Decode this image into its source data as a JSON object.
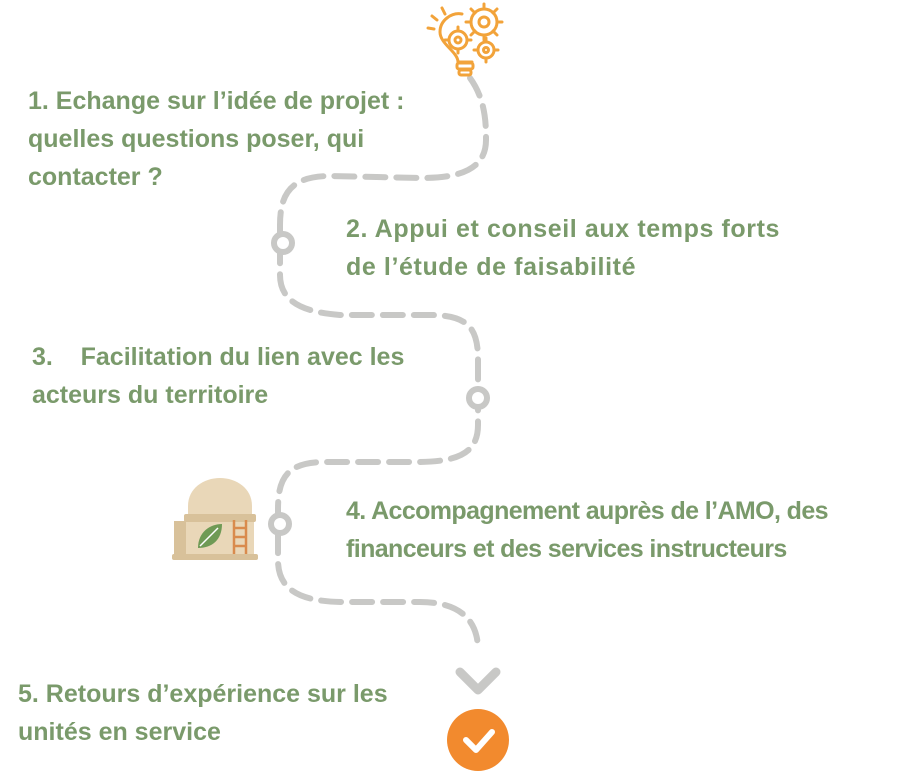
{
  "colors": {
    "path": "#c8c8c6",
    "text": "#7a9a6b",
    "accent": "#f28a2e",
    "icon_orange": "#f2a33a",
    "tank": "#e9d7b8",
    "tank_dark": "#d8c19a",
    "leaf": "#6f9a55",
    "ladder": "#d98b4d"
  },
  "icons": {
    "start": "lightbulb-gears-icon",
    "tank": "biogas-tank-icon",
    "end": "checkmark-badge-icon"
  },
  "steps": [
    {
      "lines": [
        "1. Echange sur l’idée de projet :",
        "quelles questions poser, qui",
        "contacter ?"
      ]
    },
    {
      "lines": [
        "2. Appui et conseil aux temps forts",
        "de l’étude de faisabilité"
      ]
    },
    {
      "lines": [
        "3.    Facilitation du lien avec les",
        "acteurs du territoire"
      ]
    },
    {
      "lines": [
        "4. Accompagnement auprès de l’AMO, des",
        "financeurs et des services instructeurs"
      ]
    },
    {
      "lines": [
        "5. Retours d’expérience sur les",
        "unités en service"
      ]
    }
  ]
}
